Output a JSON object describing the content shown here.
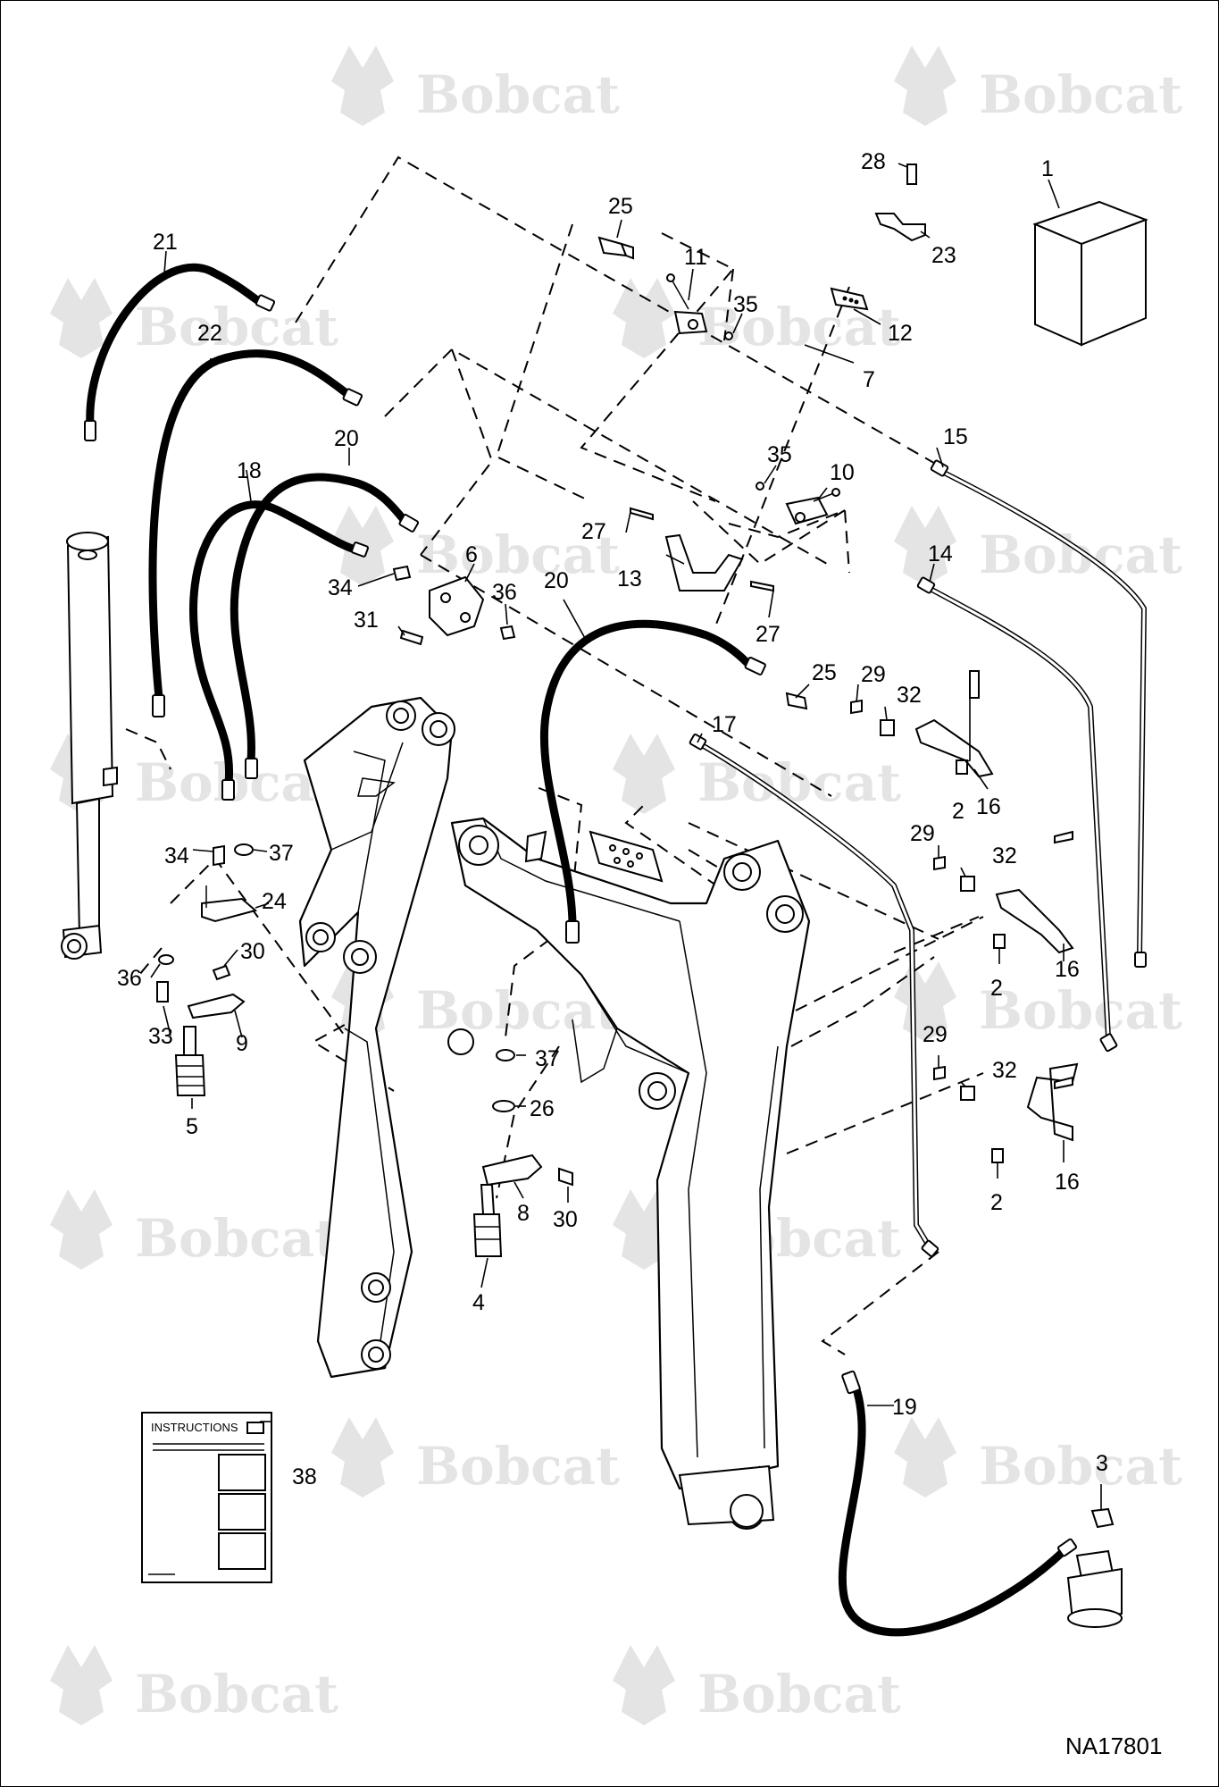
{
  "brand": {
    "watermark_text": "Bobcat",
    "watermark_color": "#e4e4e4"
  },
  "drawing_id": "NA17801",
  "instructions_label": "INSTRUCTIONS",
  "callouts": {
    "c1": "1",
    "c2a": "2",
    "c2b": "2",
    "c2c": "2",
    "c3": "3",
    "c4": "4",
    "c5": "5",
    "c6": "6",
    "c7": "7",
    "c8": "8",
    "c9": "9",
    "c10": "10",
    "c11": "11",
    "c12": "12",
    "c13": "13",
    "c14": "14",
    "c15": "15",
    "c16a": "16",
    "c16b": "16",
    "c16c": "16",
    "c17": "17",
    "c18": "18",
    "c19": "19",
    "c20a": "20",
    "c20b": "20",
    "c21": "21",
    "c22": "22",
    "c23": "23",
    "c24": "24",
    "c25a": "25",
    "c25b": "25",
    "c26": "26",
    "c27a": "27",
    "c27b": "27",
    "c28": "28",
    "c29a": "29",
    "c29b": "29",
    "c29c": "29",
    "c30a": "30",
    "c30b": "30",
    "c31": "31",
    "c32a": "32",
    "c32b": "32",
    "c32c": "32",
    "c33": "33",
    "c34a": "34",
    "c34b": "34",
    "c35a": "35",
    "c35b": "35",
    "c36a": "36",
    "c36b": "36",
    "c37a": "37",
    "c37b": "37",
    "c38": "38"
  }
}
